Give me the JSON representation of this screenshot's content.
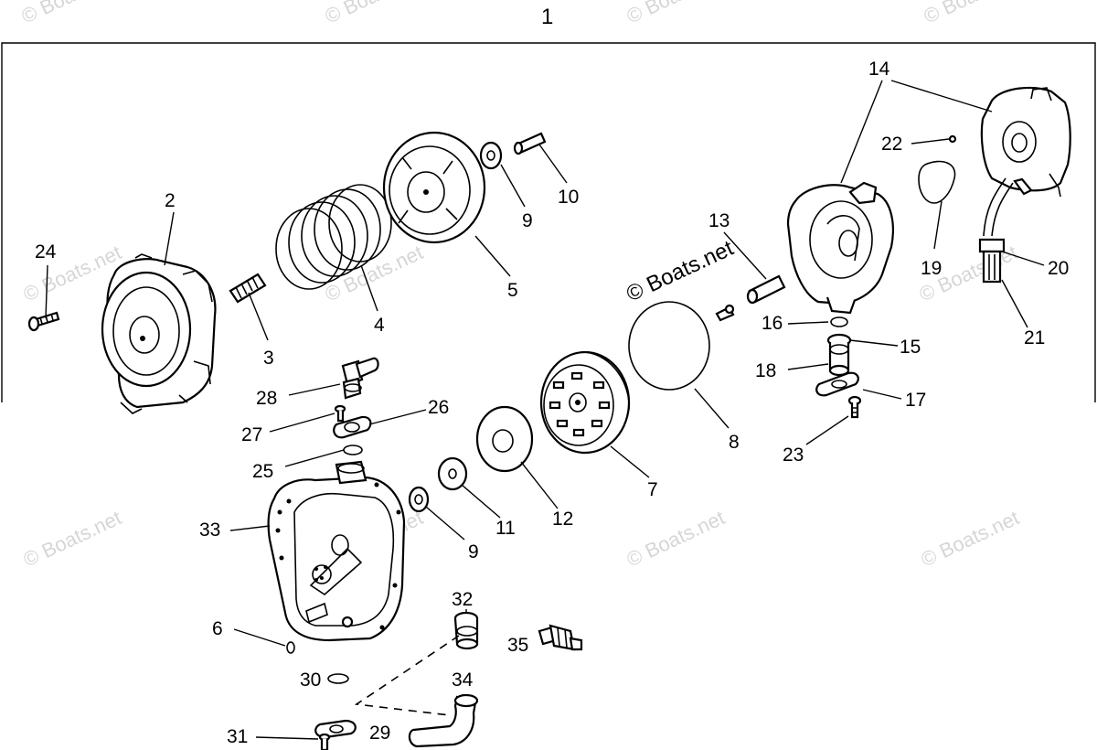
{
  "figure": {
    "title_number": "1",
    "watermark": "© Boats.net",
    "watermark_center": "© Boats.net"
  },
  "callouts": [
    "2",
    "3",
    "4",
    "5",
    "6",
    "7",
    "8",
    "9",
    "9",
    "10",
    "11",
    "12",
    "13",
    "14",
    "15",
    "16",
    "17",
    "18",
    "19",
    "20",
    "21",
    "22",
    "23",
    "24",
    "25",
    "26",
    "27",
    "28",
    "29",
    "30",
    "31",
    "32",
    "33",
    "34",
    "35"
  ],
  "labels": {
    "l1": "1",
    "l2": "2",
    "l3": "3",
    "l4": "4",
    "l5": "5",
    "l6": "6",
    "l7": "7",
    "l8": "8",
    "l9a": "9",
    "l9b": "9",
    "l10": "10",
    "l11": "11",
    "l12": "12",
    "l13": "13",
    "l14": "14",
    "l15": "15",
    "l16": "16",
    "l17": "17",
    "l18": "18",
    "l19": "19",
    "l20": "20",
    "l21": "21",
    "l22": "22",
    "l23": "23",
    "l24": "24",
    "l25": "25",
    "l26": "26",
    "l27": "27",
    "l28": "28",
    "l29": "29",
    "l30": "30",
    "l31": "31",
    "l32": "32",
    "l33": "33",
    "l34": "34",
    "l35": "35"
  }
}
